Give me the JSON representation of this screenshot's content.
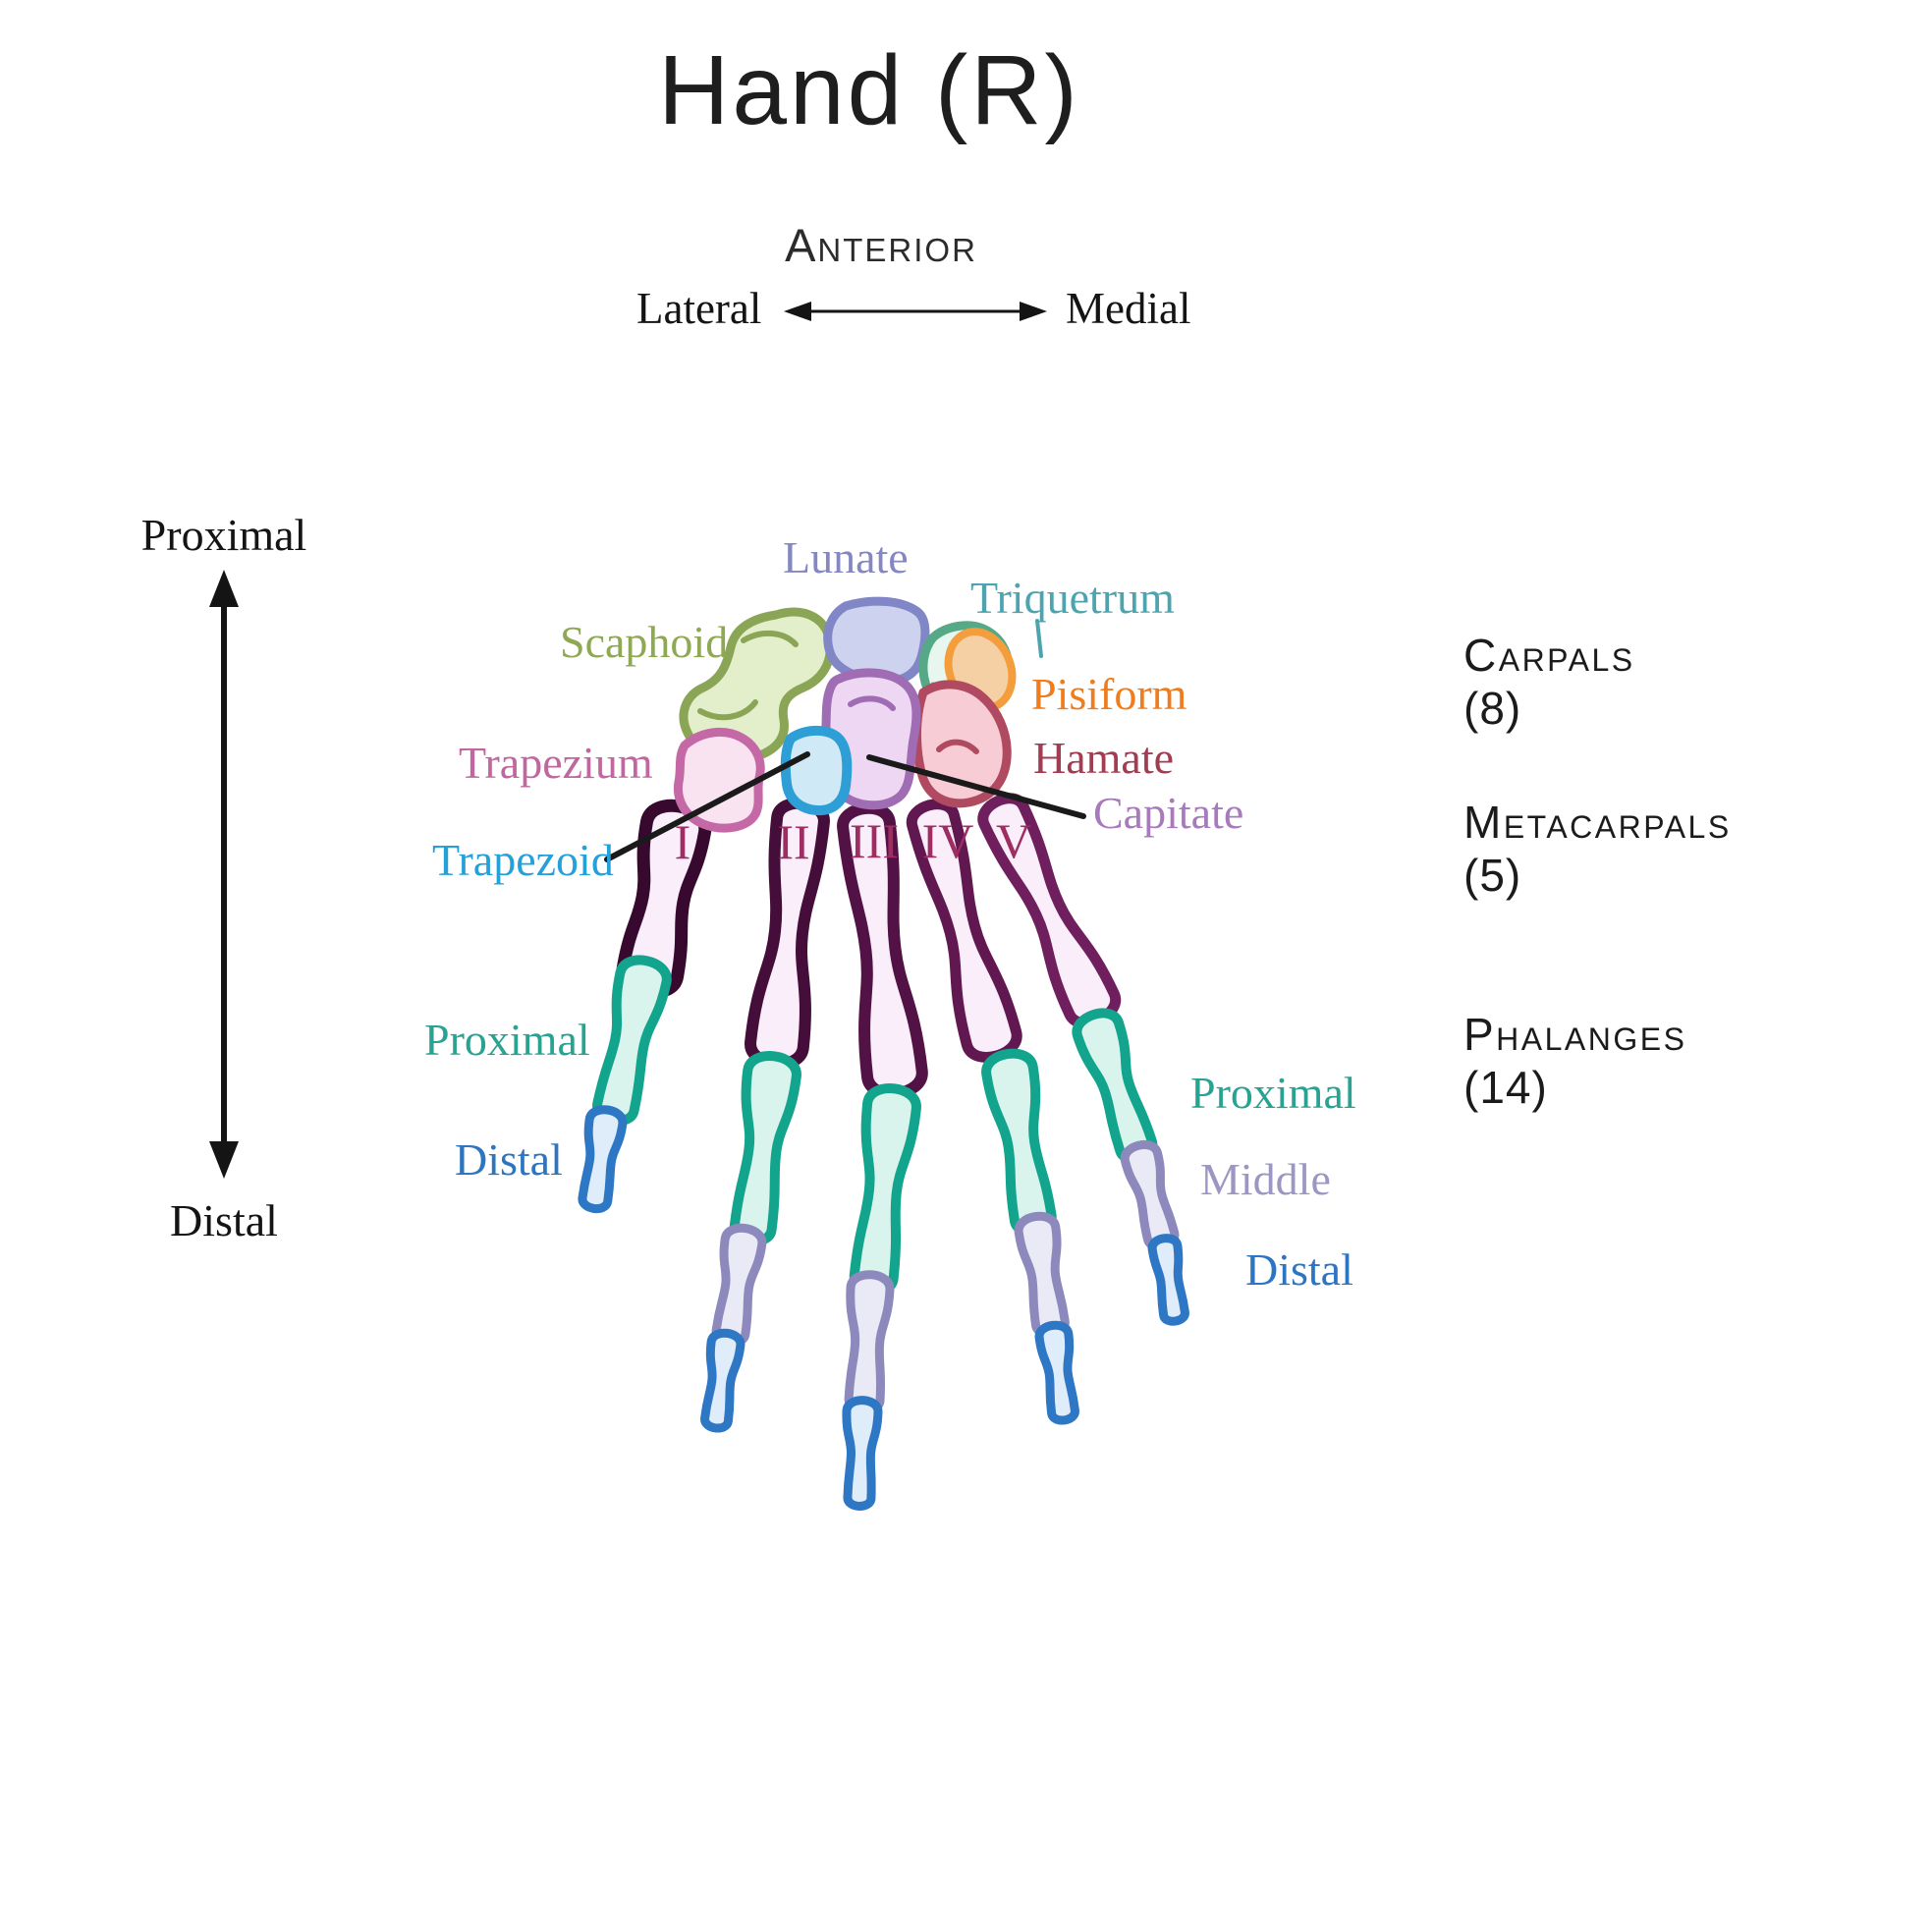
{
  "title": "Hand (R)",
  "orientation": {
    "anterior": "Anterior",
    "lateral": "Lateral",
    "medial": "Medial",
    "proximal": "Proximal",
    "distal": "Distal"
  },
  "carpals": {
    "lunate": "Lunate",
    "triquetrum": "Triquetrum",
    "scaphoid": "Scaphoid",
    "pisiform": "Pisiform",
    "hamate": "Hamate",
    "capitate": "Capitate",
    "trapezium": "Trapezium",
    "trapezoid": "Trapezoid"
  },
  "metacarpal_numerals": [
    "I",
    "II",
    "III",
    "IV",
    "V"
  ],
  "phalanges": {
    "thumb_proximal": "Proximal",
    "thumb_distal": "Distal",
    "pinky_proximal": "Proximal",
    "pinky_middle": "Middle",
    "pinky_distal": "Distal"
  },
  "legend": {
    "carpals_label": "Carpals",
    "carpals_count": "(8)",
    "metacarpals_label": "Metacarpals",
    "metacarpals_count": "(5)",
    "phalanges_label": "Phalanges",
    "phalanges_count": "(14)"
  },
  "colors": {
    "label_lunate": "#8487c3",
    "label_triquetrum": "#4da4ae",
    "label_scaphoid": "#8ea853",
    "label_pisiform": "#f07d1d",
    "label_hamate": "#a23c52",
    "label_capitate": "#a87abc",
    "label_trapezium": "#c0679f",
    "label_trapezoid": "#26a0d8",
    "label_numerals": "#9e2d62",
    "label_proximal": "#2aa291",
    "label_middle": "#9b97c2",
    "label_distal": "#2d75c0",
    "bone_lunate_fill": "#cdd2ee",
    "bone_lunate_stroke": "#8186c6",
    "bone_scaphoid_fill": "#e2efca",
    "bone_scaphoid_stroke": "#8ba556",
    "bone_triquetrum_fill": "#e7f6ee",
    "bone_triquetrum_stroke": "#55a987",
    "bone_pisiform_fill": "#f5d0a4",
    "bone_pisiform_stroke": "#f49d3d",
    "bone_capitate_fill": "#eed7f2",
    "bone_capitate_stroke": "#a06cb4",
    "bone_hamate_fill": "#f7ccd4",
    "bone_hamate_stroke": "#b04a60",
    "bone_trapezium_fill": "#f9e3f1",
    "bone_trapezium_stroke": "#c569a6",
    "bone_trapezoid_fill": "#cfe9f7",
    "bone_trapezoid_stroke": "#2d9fd6",
    "metacarpal_fill": "#faeefa",
    "metacarpal_strokes": [
      "#38092f",
      "#450d3a",
      "#531245",
      "#611850",
      "#6f1f5e"
    ],
    "proximal_fill": "#d9f4ec",
    "proximal_stroke": "#12a48c",
    "middle_fill": "#eaeaf7",
    "middle_stroke": "#8d89bd",
    "distal_fill": "#dfecf9",
    "distal_stroke": "#2e77c5",
    "pointer_line": "#1a1a1a",
    "axis_color": "#141414"
  }
}
